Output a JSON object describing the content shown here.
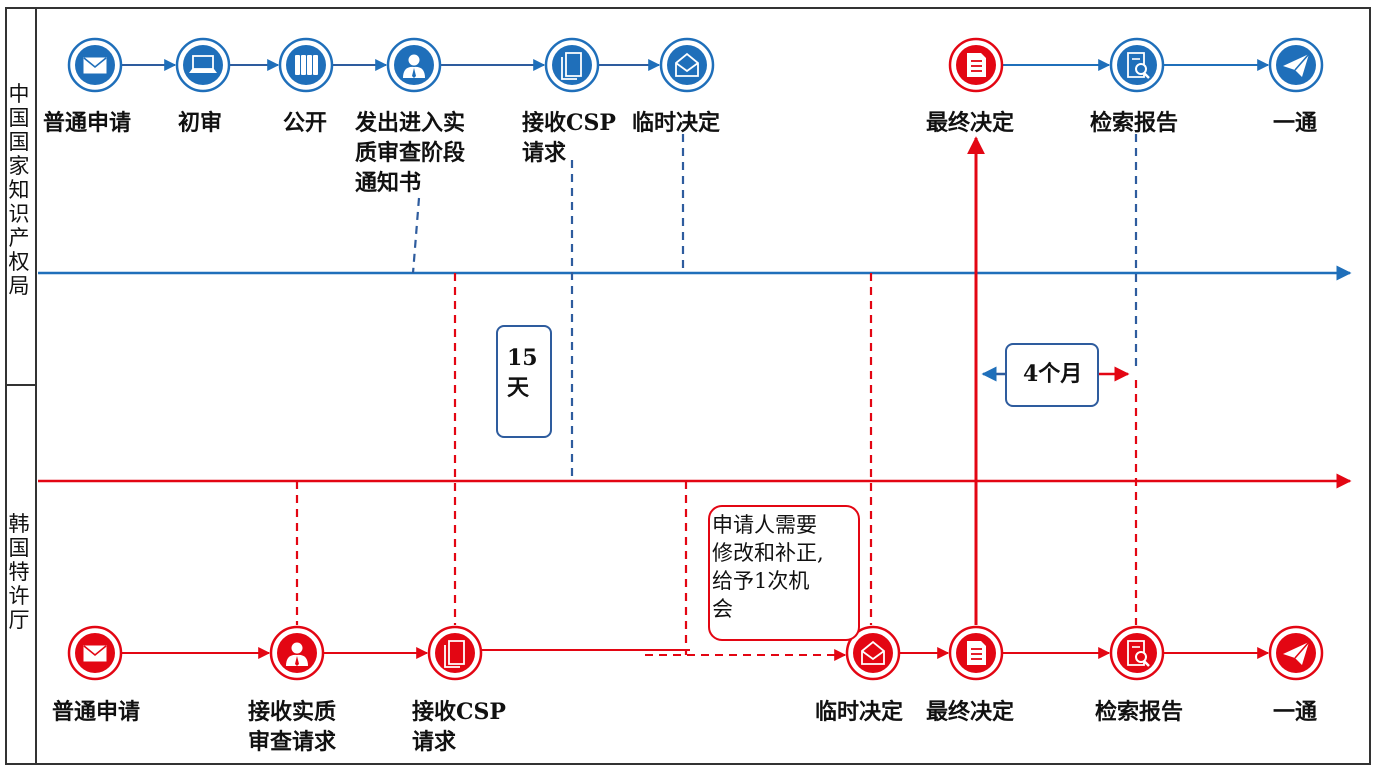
{
  "colors": {
    "cnipa": "#1f6fba",
    "kipo": "#e30613",
    "frame": "#333333",
    "box_border": "#2e5c9e"
  },
  "lanes": {
    "cnipa": "中\n国\n国\n家\n知\n识\n产\n权\n局",
    "kipo": "韩\n国\n特\n许\n厅"
  },
  "cnipa_steps": [
    {
      "label": "普通申请",
      "icon": "envelope-icon"
    },
    {
      "label": "初审",
      "icon": "laptop-icon"
    },
    {
      "label": "公开",
      "icon": "binders-icon"
    },
    {
      "label": "发出进入实\n质审查阶段\n通知书",
      "icon": "person-icon"
    },
    {
      "label": "接收CSP\n请求",
      "icon": "document-icon"
    },
    {
      "label": "临时决定",
      "icon": "mail-open-icon"
    },
    {
      "label": "最终决定",
      "icon": "report-icon"
    },
    {
      "label": "检索报告",
      "icon": "search-report-icon"
    },
    {
      "label": "一通",
      "icon": "paper-plane-icon"
    }
  ],
  "kipo_steps": [
    {
      "label": "普通申请",
      "icon": "envelope-icon"
    },
    {
      "label": "接收实质\n审查请求",
      "icon": "person-icon"
    },
    {
      "label": "接收CSP\n请求",
      "icon": "document-icon"
    },
    {
      "label": "临时决定",
      "icon": "mail-open-icon"
    },
    {
      "label": "最终决定",
      "icon": "report-icon"
    },
    {
      "label": "检索报告",
      "icon": "search-report-icon"
    },
    {
      "label": "一通",
      "icon": "paper-plane-icon"
    }
  ],
  "notes": {
    "days": "15\n天",
    "months": "4个月",
    "amend": "申请人需要\n修改和补正,\n给予1次机\n会"
  }
}
